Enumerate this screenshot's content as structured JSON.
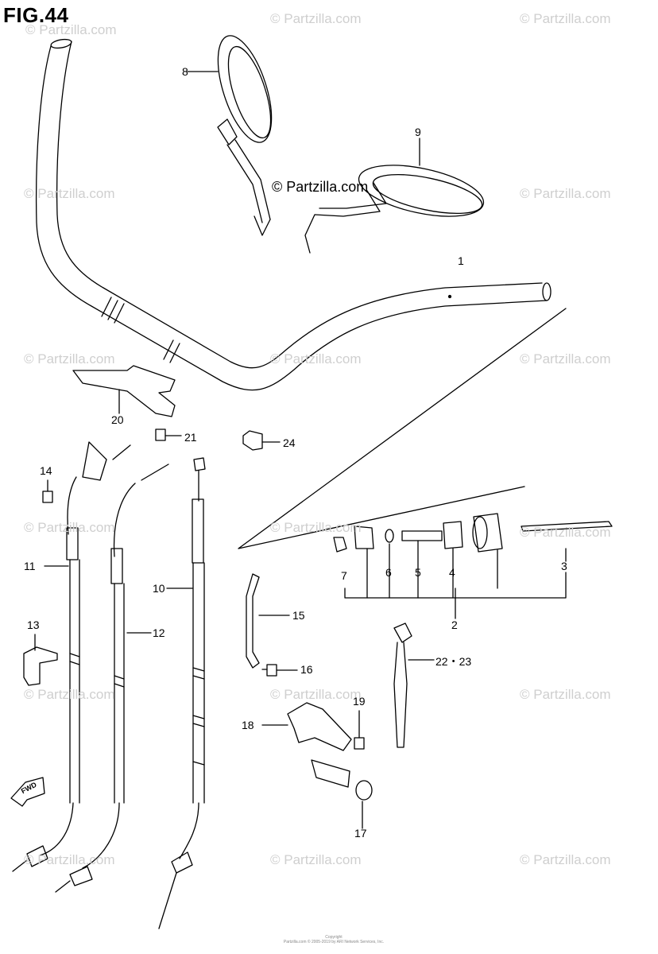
{
  "figure": {
    "title": "FIG.44"
  },
  "watermark": {
    "text": "© Partzilla.com"
  },
  "footer": {
    "line1": "Copyright",
    "line2": "Partzilla.com © 2005-2019 by ARI Network Services, Inc."
  },
  "callouts": {
    "c1": "1",
    "c2": "2",
    "c3": "3",
    "c4": "4",
    "c5": "5",
    "c6": "6",
    "c7": "7",
    "c8": "8",
    "c9": "9",
    "c10": "10",
    "c11": "11",
    "c12": "12",
    "c13": "13",
    "c14": "14",
    "c15": "15",
    "c16": "16",
    "c17": "17",
    "c18": "18",
    "c19": "19",
    "c20": "20",
    "c21": "21",
    "c22": "22・23",
    "c24": "24"
  },
  "fwd_label": "FWD"
}
